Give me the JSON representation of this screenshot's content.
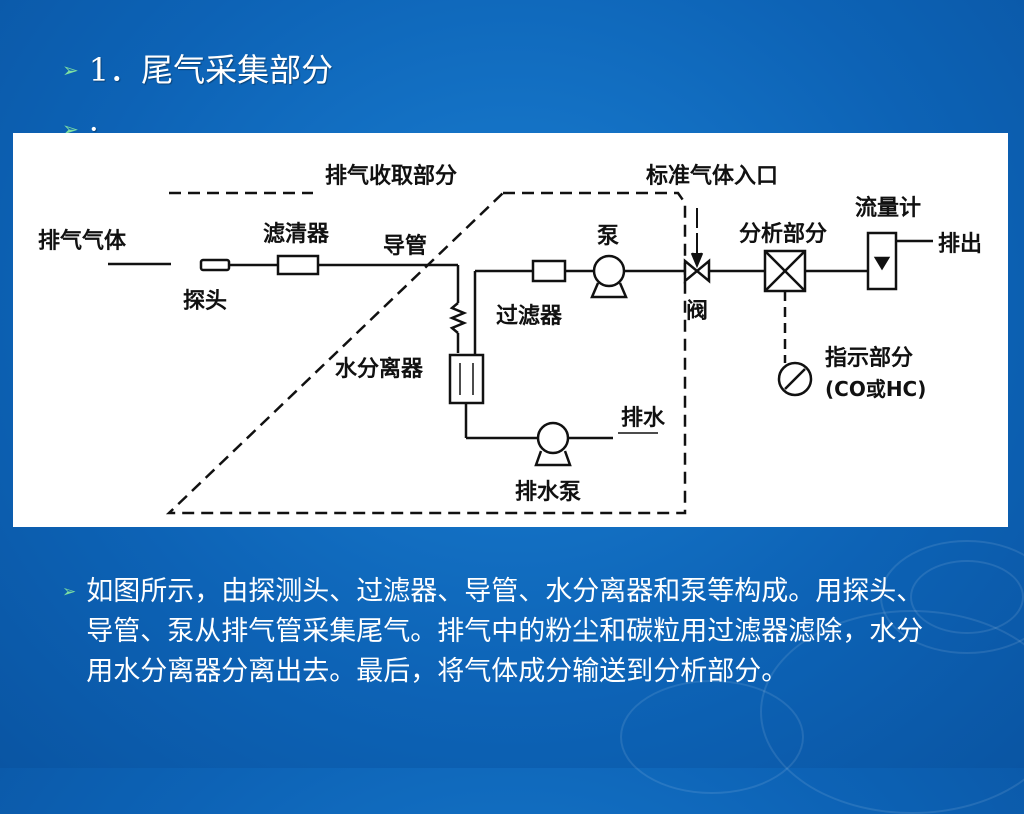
{
  "slide": {
    "heading": "1．尾气采集部分",
    "second_bullet": "·",
    "paragraph": "如图所示，由探测头、过滤器、导管、水分离器和泵等构成。用探头、导管、泵从排气管采集尾气。排气中的粉尘和碳粒用过滤器滤除，水分用水分离器分离出去。最后，将气体成分输送到分析部分。"
  },
  "diagram": {
    "labels": {
      "exhaust_gas": "排气气体",
      "collection_section": "排气收取部分",
      "standard_gas_inlet": "标准气体入口",
      "muffler_filter": "滤清器",
      "conduit": "导管",
      "pump": "泵",
      "analysis_section": "分析部分",
      "flowmeter": "流量计",
      "outlet": "排出",
      "probe": "探头",
      "filter": "过滤器",
      "valve": "阀",
      "water_separator": "水分离器",
      "indicator": "指示部分",
      "indicator_sub": "(CO或HC)",
      "drain": "排水",
      "drain_pump": "排水泵"
    }
  },
  "colors": {
    "background": "#0d63b6",
    "bullet": "#7de0a2",
    "text": "#ffffff"
  }
}
